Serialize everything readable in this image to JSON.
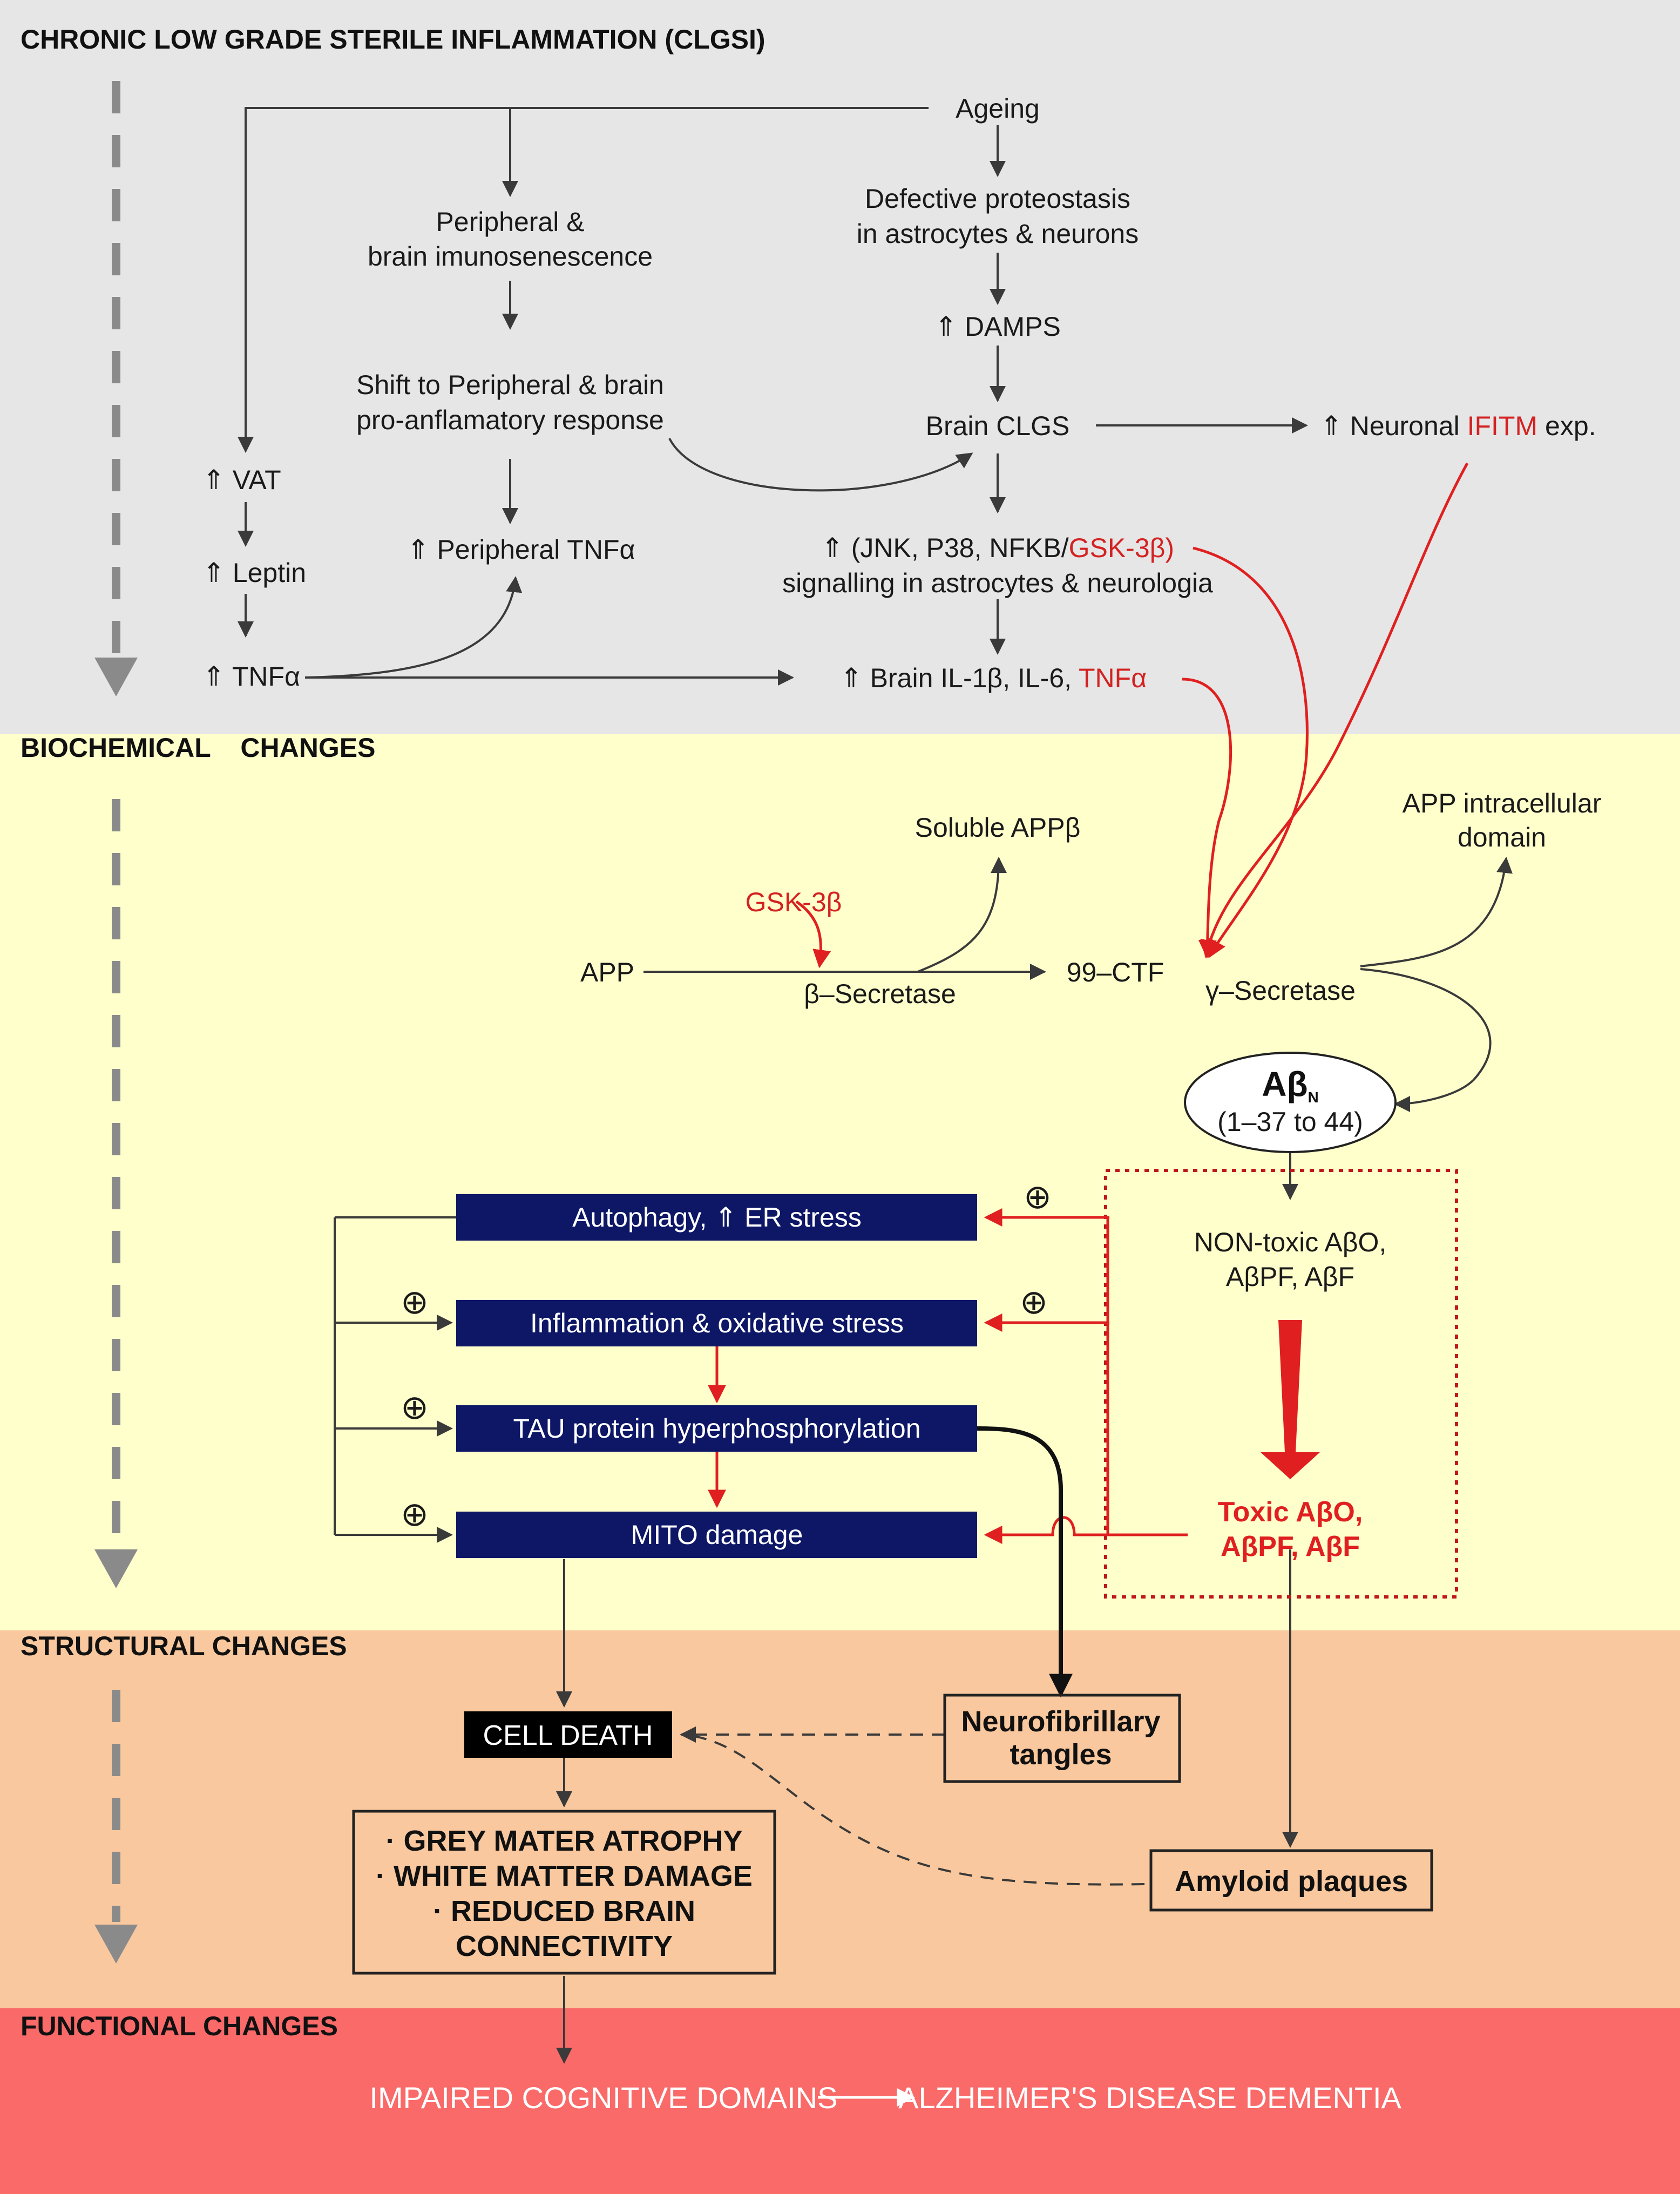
{
  "colors": {
    "band_clgsi": "#e6e6e6",
    "band_biochemical": "#ffffcc",
    "band_structural": "#f9c89e",
    "band_functional": "#f96a69",
    "process_box": "#0d1766",
    "cell_death_box": "#000000",
    "highlight_red": "#d32222",
    "side_arrow_grey": "#8a8a8a"
  },
  "sections": {
    "clgsi": "CHRONIC LOW GRADE STERILE INFLAMMATION (CLGSI)",
    "biochemical": "BIOCHEMICAL    CHANGES",
    "structural": "STRUCTURAL CHANGES",
    "functional": "FUNCTIONAL CHANGES"
  },
  "clgsi": {
    "ageing": "Ageing",
    "defective_1": "Defective proteostasis",
    "defective_2": "in astrocytes & neurons",
    "immuno_1": "Peripheral &",
    "immuno_2": "brain imunosenescence",
    "shift_1": "Shift to Peripheral & brain",
    "shift_2": "pro-anflamatory response",
    "damps": "⇑ DAMPS",
    "brain_clgs": "Brain CLGS",
    "ifitm_pre": "⇑ Neuronal ",
    "ifitm_red": "IFITM",
    "ifitm_post": " exp.",
    "vat": "⇑ VAT",
    "leptin": "⇑ Leptin",
    "tnfa": "⇑ TNFα",
    "peripheral_tnfa": "⇑ Peripheral TNFα",
    "jnk_pre": "⇑ (JNK, P38, NFKB/",
    "jnk_red": "GSK-3β)",
    "signalling": "signalling in astrocytes & neurologia",
    "il_pre": "⇑ Brain IL-1β, IL-6, ",
    "il_red": "TNFα"
  },
  "biochemical": {
    "soluble_app": "Soluble APPβ",
    "aicd_1": "APP intracellular",
    "aicd_2": "domain",
    "gsk": "GSK-3β",
    "app": "APP",
    "beta_secretase": "β–Secretase",
    "ctf": "99–CTF",
    "gamma_secretase": "γ–Secretase",
    "abeta_main": "Aβ",
    "abeta_sub": "N",
    "abeta_range": "(1–37 to 44)",
    "box_autophagy": "Autophagy, ⇑ ER stress",
    "box_inflammation": "Inflammation & oxidative stress",
    "box_tau": "TAU protein hyperphosphorylation",
    "box_mito": "MITO damage",
    "plus": "⊕",
    "nontoxic_1": "NON-toxic AβO,",
    "nontoxic_2": "AβPF, AβF",
    "toxic_1": "Toxic AβO,",
    "toxic_2": "AβPF, AβF"
  },
  "structural": {
    "cell_death": "CELL DEATH",
    "tangles_1": "Neurofibrillary",
    "tangles_2": "tangles",
    "atrophy_1": "· GREY MATER ATROPHY",
    "atrophy_2": "· WHITE MATTER DAMAGE",
    "atrophy_3": "· REDUCED BRAIN",
    "atrophy_4": "CONNECTIVITY",
    "plaques": "Amyloid plaques"
  },
  "functional": {
    "impaired": "IMPAIRED COGNITIVE DOMAINS",
    "dementia": "ALZHEIMER'S DISEASE DEMENTIA"
  }
}
